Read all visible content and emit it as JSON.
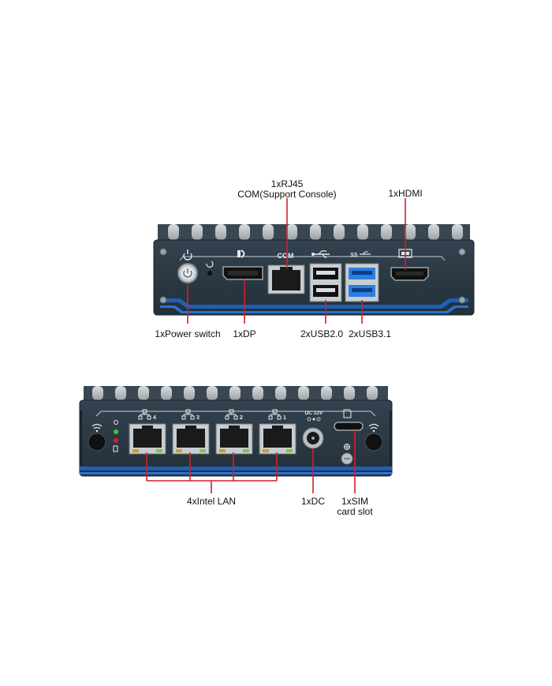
{
  "top_panel": {
    "port_icons": {
      "com": "COM"
    },
    "callouts": {
      "rj45_line1": "1xRJ45",
      "rj45_line2": "COM(Support Console)",
      "hdmi": "1xHDMI",
      "power": "1xPower switch",
      "dp": "1xDP",
      "usb20": "2xUSB2.0",
      "usb31": "2xUSB3.1"
    }
  },
  "bottom_panel": {
    "lan_numbers": [
      "4",
      "3",
      "2",
      "1"
    ],
    "dc_label": "DC 12V",
    "callouts": {
      "lan": "4xIntel LAN",
      "dc": "1xDC",
      "sim_line1": "1xSIM",
      "sim_line2": "card slot"
    }
  },
  "colors": {
    "chassis": "#2b3a47",
    "chassis_dark": "#1f2b35",
    "accent_blue": "#1e5fb8",
    "callout_red": "#d0202a",
    "usb3_blue": "#2a7fe0"
  }
}
